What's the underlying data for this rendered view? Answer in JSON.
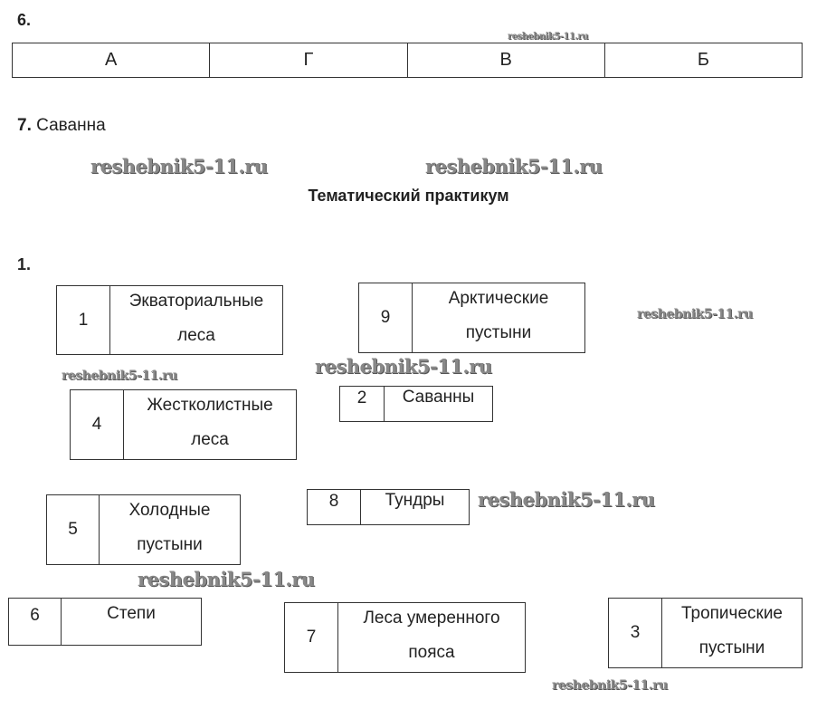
{
  "task6": {
    "label": "6.",
    "answers": [
      "А",
      "Г",
      "В",
      "Б"
    ]
  },
  "task7": {
    "label": "7.",
    "answer": "Саванна"
  },
  "section_title": "Тематический практикум",
  "task1": {
    "label": "1.",
    "boxes": [
      {
        "n": "1",
        "l1": "Экваториальные",
        "l2": "леса"
      },
      {
        "n": "9",
        "l1": "Арктические",
        "l2": "пустыни"
      },
      {
        "n": "4",
        "l1": "Жестколистные",
        "l2": "леса"
      },
      {
        "n": "2",
        "l1": "Саванны"
      },
      {
        "n": "5",
        "l1": "Холодные",
        "l2": "пустыни"
      },
      {
        "n": "8",
        "l1": "Тундры"
      },
      {
        "n": "6",
        "l1": "Степи"
      },
      {
        "n": "7",
        "l1": "Леса умеренного",
        "l2": "пояса"
      },
      {
        "n": "3",
        "l1": "Тропические",
        "l2": "пустыни"
      }
    ]
  },
  "watermark": "reshebnik5-11.ru"
}
